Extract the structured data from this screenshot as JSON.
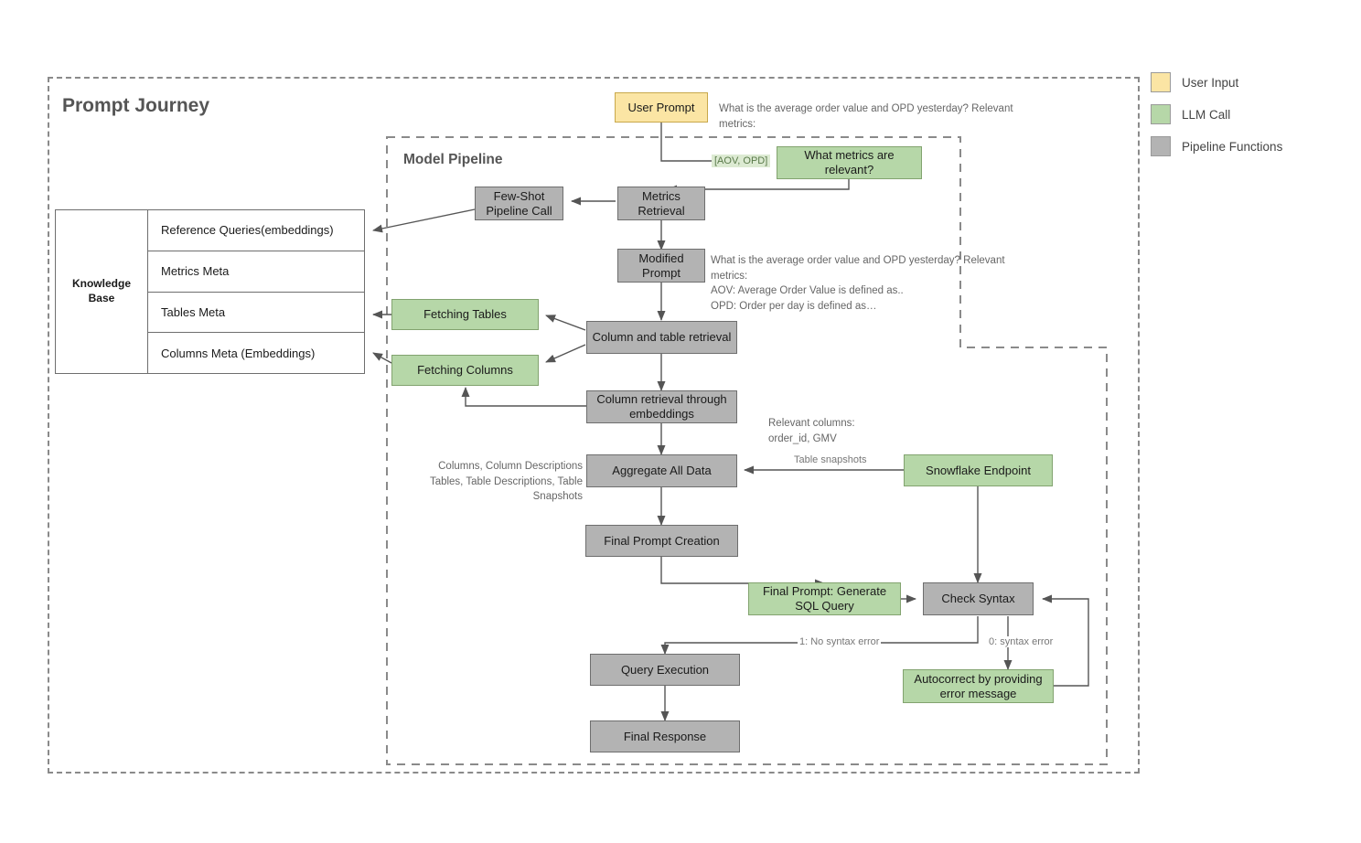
{
  "containers": {
    "outer": {
      "title": "Prompt Journey"
    },
    "inner": {
      "title": "Model Pipeline"
    }
  },
  "knowledge_base": {
    "label": "Knowledge\nBase",
    "rows": [
      "Reference Queries(embeddings)",
      "Metrics Meta",
      "Tables Meta",
      "Columns Meta (Embeddings)"
    ]
  },
  "nodes": {
    "user_prompt": "User Prompt",
    "what_metrics": "What metrics are\nrelevant?",
    "metrics_retrieval": "Metrics\nRetrieval",
    "few_shot": "Few-Shot\nPipeline Call",
    "modified_prompt": "Modified\nPrompt",
    "fetching_tables": "Fetching Tables",
    "fetching_columns": "Fetching Columns",
    "column_table_retrieval": "Column and table retrieval",
    "column_retrieval_embeddings": "Column retrieval through\nembeddings",
    "aggregate_all_data": "Aggregate All Data",
    "snowflake_endpoint": "Snowflake Endpoint",
    "final_prompt_creation": "Final Prompt Creation",
    "final_prompt_generate": "Final Prompt: Generate\nSQL Query",
    "check_syntax": "Check Syntax",
    "autocorrect": "Autocorrect by providing\nerror message",
    "query_execution": "Query Execution",
    "final_response": "Final Response"
  },
  "notes": {
    "user_prompt_text": "What is the average order value and OPD yesterday? Relevant metrics:",
    "modified_prompt_text": "What is the average order value and OPD yesterday? Relevant metrics:\nAOV: Average Order Value is defined as..\nOPD: Order per day is defined as…",
    "relevant_columns": "Relevant columns:\norder_id, GMV",
    "aggregate_inputs": "Columns, Column Descriptions\nTables, Table Descriptions, Table Snapshots"
  },
  "edge_labels": {
    "aov_opd": "[AOV, OPD]",
    "table_snapshots": "Table snapshots",
    "no_syntax_error": "1: No syntax error",
    "syntax_error": "0: syntax error"
  },
  "legend": {
    "items": [
      {
        "label": "User Input",
        "color": "#fbe5a4"
      },
      {
        "label": "LLM Call",
        "color": "#b6d7a8"
      },
      {
        "label": "Pipeline Functions",
        "color": "#b3b3b3"
      }
    ]
  },
  "colors": {
    "user_input": "#fbe5a4",
    "llm_call": "#b6d7a8",
    "pipeline_function": "#b3b3b3",
    "edge": "#555555",
    "container_border": "#8a8a8a"
  }
}
